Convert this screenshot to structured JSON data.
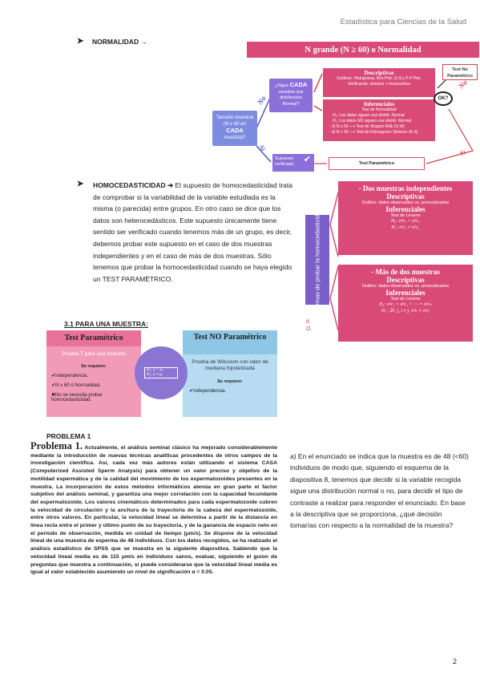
{
  "header": {
    "title": "Estadística para Ciencias de la Salud"
  },
  "normalidad": {
    "heading": "NORMALIDAD →",
    "banner": "N grande (N ≥ 60) o Normalidad",
    "tam_box": {
      "line1": "Tamaño muestral",
      "line2": "(N ≥ 60 en",
      "strong": "CADA",
      "line3": "muestra)?"
    },
    "sigue_box": {
      "line1": "¿Sigue",
      "strong": "CADA",
      "line2": "muestra una",
      "line3": "distribución",
      "line4": "Normal?"
    },
    "descriptivas": {
      "title": "Descriptivas",
      "line1": "Gráficos: Histograma, Box-Plot, Q-Q y P-P Plot.",
      "line2": "Verificando: simetría + mesocúrtica"
    },
    "inferenciales": {
      "title": "Inferenciales",
      "line1": "Test de Normalidad",
      "h0": "H₀: Los datos siguen una distrib. Normal",
      "h1": "H₁: Los datos NO siguen una distrib. Normal",
      "sw": "- Si N ≤ 50 ⟶ Test de Shapiro-Wilk (S-W)",
      "ks": "- Si N > 50 ⟶ Test de Kolmogorov Smirnov (K-S)"
    },
    "ok_label": "OK?",
    "tnp": "Test No Paramétrico",
    "supuesto": {
      "line1": "Supuesto",
      "line2": "verificado"
    },
    "tp": "Test Paramétrico",
    "tags": {
      "no1": "No",
      "si1": "Sí",
      "no2": "No",
      "si2": "Sí"
    }
  },
  "homocedasticidad": {
    "heading": "HOMOCEDASTICIDAD",
    "body": " El supuesto de homocedasticidad trata de comprobar si la variabilidad de la variable estudiada es la misma (o parecida) entre grupos. En otro caso se dice que los datos son heterocedásticos. Este supuesto únicamente tiene sentido ser verificado cuando tenemos más de un grupo, es decir, debemos probar este supuesto en el caso de dos muestras independientes y en el caso de más de dos muestras. Sólo tenemos que probar la homocedasticidad cuando se haya elegido un TEST PARAMÉTRICO.",
    "side_label": "Formas de probar la homocedasticidad",
    "panel1": {
      "heading": "- Dos muestras independientes",
      "desc_title": "Descriptivas",
      "desc_line": "Gráfico: datos observados vs. pronosticados",
      "inf_title": "Inferenciales",
      "test": "Test de Levene",
      "h0": "H₀: σ²c₁ = σ²c₂",
      "h1": "H₁: σ²c₁ ≠ σ²c₂"
    },
    "panel2": {
      "heading": "- Más de dos muestras",
      "desc_title": "Descriptivas",
      "desc_line": "Gráfico: datos observados vs. pronosticados",
      "inf_title": "Inferenciales",
      "test": "Test de Levene",
      "h0": "H₀: σ²c₁ = σ²c₂ = ⋯ = σ²cₖ",
      "h1": "H₁: ∃ i, j, i ≠ j, σ²cᵢ ≠ σ²cⱼ"
    },
    "frag1": "d",
    "frag2": "O."
  },
  "una_muestra": {
    "heading": "3.1 PARA UNA MUESTRA:",
    "param": {
      "title": "Test Paramétrico",
      "sub": "Prueba T para una muestra",
      "req": "Se requiere:",
      "items": [
        "✔Independencia.",
        "✔N ≥ 60 ó Normalidad.",
        "✖No se necesita probar homocedasticidad."
      ]
    },
    "nparam": {
      "title": "Test NO Paramétrico",
      "sub": "Prueba de Wilcoxon con valor de mediana hipotetizada",
      "req": "Se requiere:",
      "items": [
        "✔Independencia."
      ]
    },
    "hyp_h0": "H₀: μ = μ₀",
    "hyp_h1": "H₁: μ ≠ μ₀"
  },
  "problema": {
    "heading": "PROBLEMA 1",
    "title": "Problema 1.",
    "body": " Actualmente, el análisis seminal clásico ha mejorado considerablemente mediante la introducción de nuevas técnicas analíticas procedentes de otros campos de la investigación científica. Así, cada vez más autores están utilizando el sistema CASA (Computerized Assisted Sperm Analysis) para obtener un valor preciso y objetivo de la motilidad espermática y de la calidad del movimiento de los espermatozoides presentes en la muestra. La incorporación de estos métodos informáticos atenúa en gran parte el factor subjetivo del análisis seminal, y garantiza una mejor correlación con la capacidad fecundante del espermatozoide. Los valores cinemáticos determinados para cada espermatozoide cubren la velocidad de circulación y la anchura de la trayectoria de la cabeza del espermatozoide, entre otros valores. En particular, la velocidad lineal se determina a partir de la distancia en línea recta entre el primer y último punto de su trayectoria, y de la ganancia de espacio neto en el período de observación, medida en unidad de tiempo (μm/s). Se dispone de la velocidad lineal de una muestra de esperma de 48 individuos. Con los datos recogidos, se ha realizado el análisis estadístico de SPSS que se muestra en la siguiente diapositiva. Sabiendo que la velocidad lineal media es de 115 μm/s en individuos sanos, evaluar, siguiendo el guion de preguntas que muestra a continuación, si puede considerarse que la velocidad lineal media es igual al valor establecido asumiendo un nivel de significación α = 0.05.",
    "answer": "a) En el enunciado se indica que la muestra es de 48 (<60) individuos de modo que, siguiendo el esquema de la diapositiva 8, tenemos que decidir si la variable recogida sigue una distribución normal o no, para decidir el tipo de contraste a realizar para responder el enunciado. En base a la descriptiva que se proporciona, ¿qué decisión tomarías con respecto a la normalidad de la muestra?"
  },
  "page_number": "2",
  "colors": {
    "pink": "#d94a78",
    "purple": "#8c6fd8",
    "blue": "#7d8be0",
    "light_pink": "#f29bb8",
    "light_blue": "#b7dcf1"
  }
}
